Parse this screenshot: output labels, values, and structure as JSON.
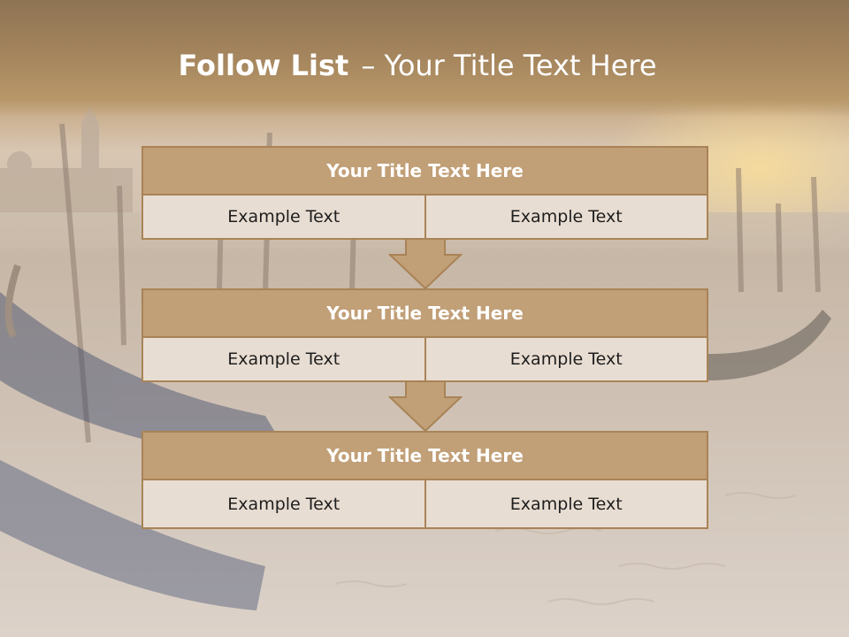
{
  "header": {
    "title_bold": "Follow List",
    "title_rest": "– Your Title Text Here"
  },
  "blocks": [
    {
      "title": "Your Title Text Here",
      "left": "Example Text",
      "right": "Example Text"
    },
    {
      "title": "Your Title Text Here",
      "left": "Example Text",
      "right": "Example Text"
    },
    {
      "title": "Your Title Text Here",
      "left": "Example Text",
      "right": "Example Text"
    }
  ],
  "colors": {
    "header_bg": "#a8885f",
    "block_title_bg": "#c19f77",
    "cell_bg": "#e8ddd2",
    "border": "#a98357",
    "arrow_fill": "#c19f77"
  }
}
